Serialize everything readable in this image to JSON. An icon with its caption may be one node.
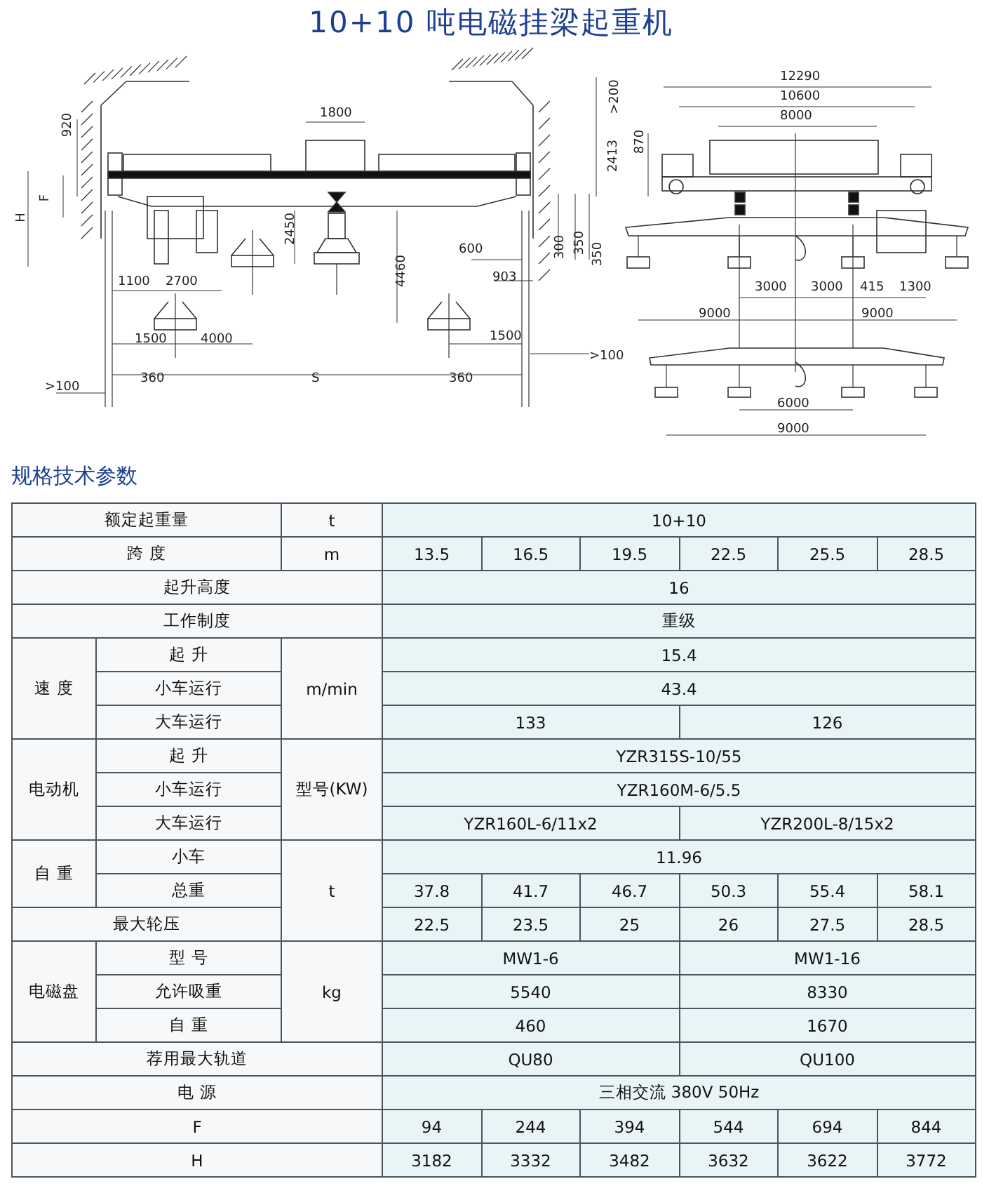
{
  "diagram": {
    "title": "10+10 吨电磁挂梁起重机",
    "labels": [
      "12290",
      ">200",
      "10600",
      "1800",
      "920",
      "8000",
      "870",
      "2413",
      "F",
      "H",
      "2450",
      "600",
      "300",
      "350",
      "350",
      "4460",
      "903",
      "1100",
      "2700",
      "3000",
      "3000",
      "415",
      "1300",
      "9000",
      "9000",
      "1500",
      "4000",
      "1500",
      ">100",
      "360",
      "S",
      "360",
      ">100",
      "6000",
      "9000",
      "规格技术参数",
      "额定起重量",
      "t",
      "10+10",
      "跨 度",
      "m",
      "13.5",
      "16.5",
      "19.5",
      "22.5",
      "25.5",
      "28.5",
      "起升高度",
      "16",
      "工作制度",
      "重级",
      "速 度",
      "起 升",
      "m/min",
      "15.4",
      "小车运行",
      "43.4",
      "大车运行",
      "133",
      "126",
      "电动机",
      "起 升",
      "型号(KW)",
      "YZR315S-10/55",
      "小车运行",
      "YZR160M-6/5.5",
      "大车运行",
      "YZR160L-6/11x2",
      "YZR200L-8/15x2",
      "自 重",
      "小车",
      "t",
      "11.96",
      "总重",
      "37.8",
      "41.7",
      "46.7",
      "50.3",
      "55.4",
      "58.1",
      "最大轮压",
      "22.5",
      "23.5",
      "25",
      "26",
      "27.5",
      "28.5",
      "电磁盘",
      "型 号",
      "kg",
      "MW1-6",
      "MW1-16",
      "允许吸重",
      "5540",
      "8330",
      "自 重",
      "460",
      "1670",
      "荐用最大轨道",
      "QU80",
      "QU100",
      "电 源",
      "三相交流 380V 50Hz",
      "F",
      "94",
      "244",
      "394",
      "544",
      "694",
      "844",
      "H",
      "3182",
      "3332",
      "3482",
      "3632",
      "3622",
      "3772"
    ]
  }
}
